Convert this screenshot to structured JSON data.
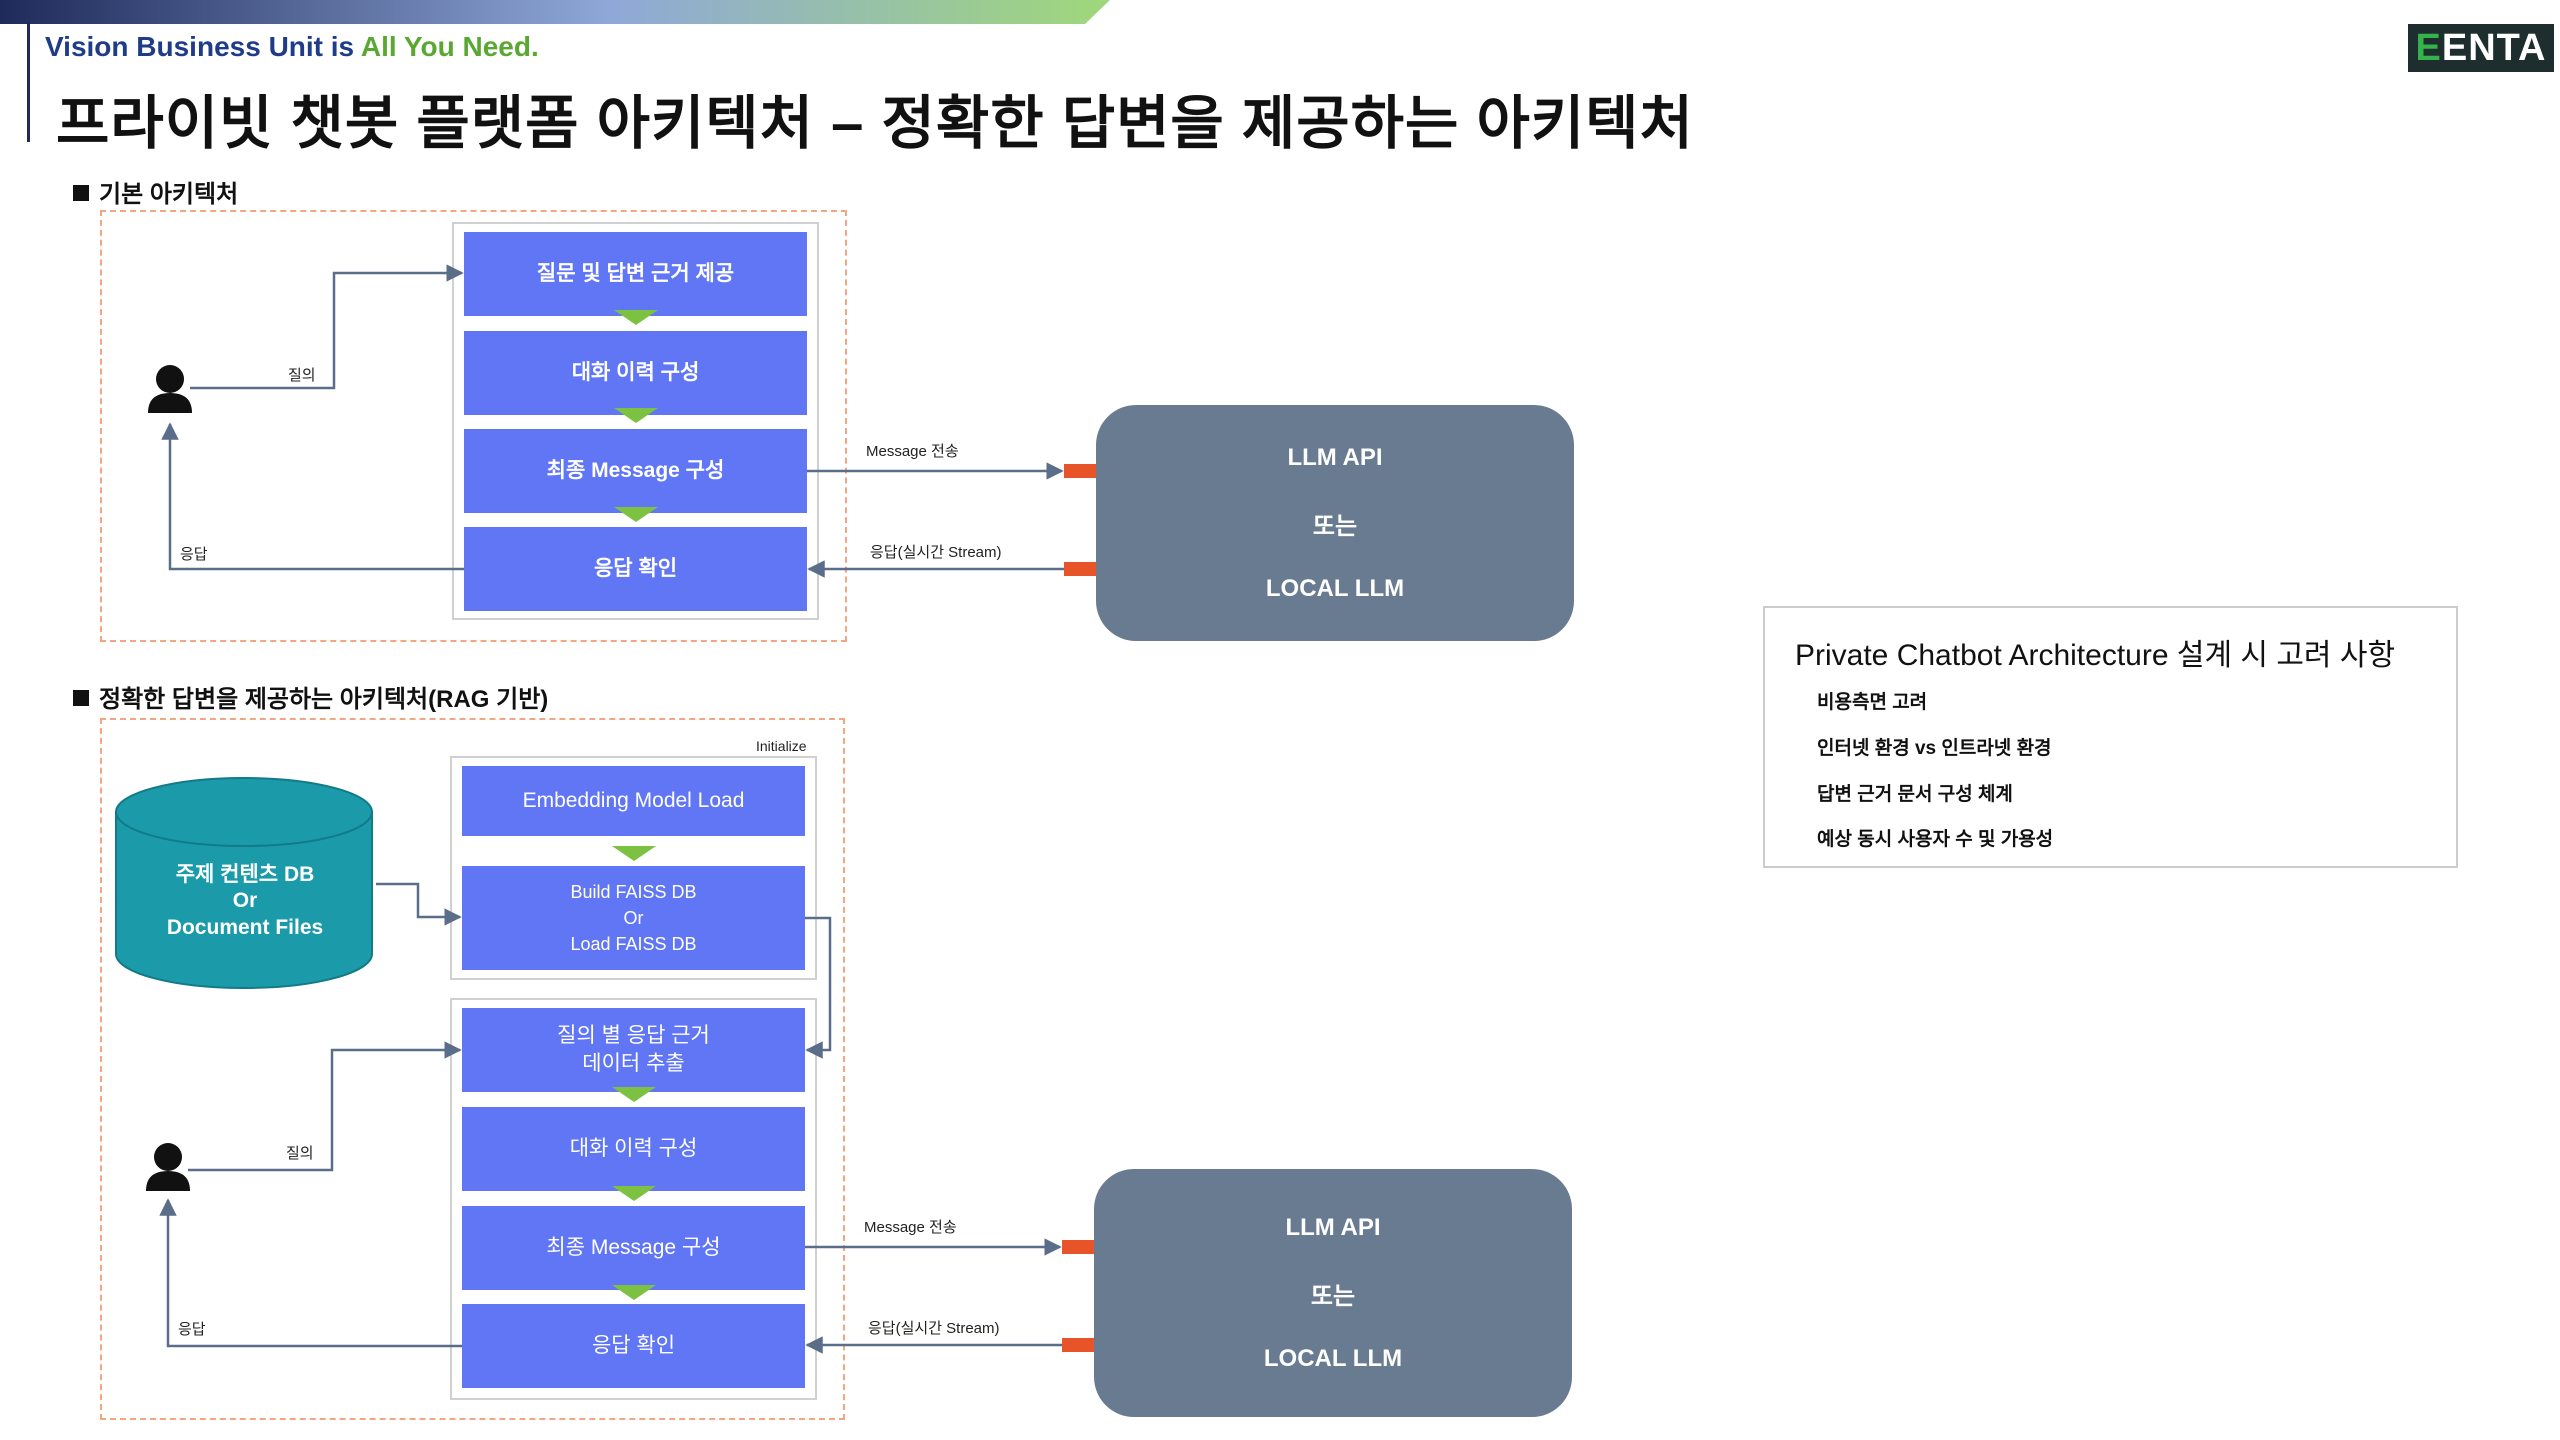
{
  "header": {
    "tagline_part1": "Vision Business Unit is ",
    "tagline_part2": "All You Need.",
    "title": "프라이빗 챗봇 플랫폼 아키텍처 – 정확한 답변을 제공하는 아키텍처",
    "logo_text": "ENTA",
    "logo_letter": "E"
  },
  "section1": {
    "heading": "기본 아키텍처",
    "steps": [
      "질문 및 답변 근거 제공",
      "대화 이력 구성",
      "최종 Message 구성",
      "응답 확인"
    ],
    "query_label": "질의",
    "response_label": "응답",
    "send_label": "Message 전송",
    "stream_label": "응답(실시간 Stream)",
    "llm": {
      "line1": "LLM API",
      "line2": "또는",
      "line3": "LOCAL LLM"
    }
  },
  "section2": {
    "heading": "정확한 답변을 제공하는 아키텍처(RAG 기반)",
    "initialize_label": "Initialize",
    "db_label": "주제 컨텐츠 DB\nOr\nDocument Files",
    "init_steps": [
      "Embedding Model Load",
      "Build FAISS DB\nOr\nLoad FAISS DB"
    ],
    "steps": [
      "질의 별 응답 근거\n데이터 추출",
      "대화 이력 구성",
      "최종 Message 구성",
      "응답 확인"
    ],
    "query_label": "질의",
    "response_label": "응답",
    "send_label": "Message 전송",
    "stream_label": "응답(실시간 Stream)",
    "llm": {
      "line1": "LLM API",
      "line2": "또는",
      "line3": "LOCAL LLM"
    }
  },
  "considerations": {
    "title": "Private Chatbot Architecture 설계 시 고려 사항",
    "items": [
      "비용측면 고려",
      "인터넷 환경 vs 인트라넷 환경",
      "답변 근거 문서 구성 체계",
      "예상 동시 사용자 수 및 가용성"
    ]
  },
  "colors": {
    "step_fill": "#6076f5",
    "llm_fill": "#687b91",
    "db_fill": "#1b9aaa",
    "port_fill": "#e8542a",
    "flow_arrow": "#7cc142",
    "frame_border": "#f4a582",
    "accent_green": "#5aa832",
    "accent_blue": "#1f3c88"
  },
  "icons": [
    "user-icon",
    "database-icon",
    "down-arrow-icon"
  ]
}
